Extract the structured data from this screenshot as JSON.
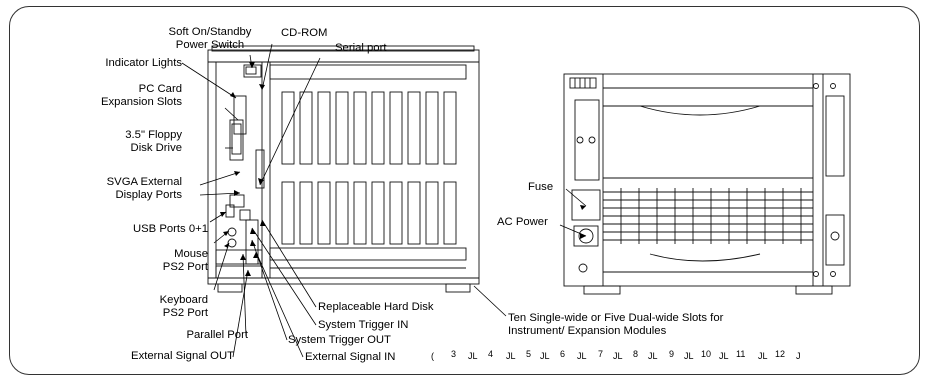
{
  "figure": {
    "callouts": {
      "power_switch": "Soft On/Standby\nPower Switch",
      "cd_rom": "CD-ROM",
      "serial_port": "Serial port",
      "indicator_lights": "Indicator Lights",
      "pc_card": "PC Card\nExpansion Slots",
      "floppy": "3.5\" Floppy\nDisk Drive",
      "svga": "SVGA External\nDisplay Ports",
      "usb": "USB Ports 0+1",
      "mouse": "Mouse\nPS2 Port",
      "keyboard": "Keyboard\nPS2 Port",
      "parallel": "Parallel Port",
      "ext_signal_out": "External Signal OUT",
      "hard_disk": "Replaceable Hard Disk",
      "trigger_in": "System Trigger IN",
      "trigger_out": "System Trigger OUT",
      "ext_signal_in": "External Signal IN",
      "slots": "Ten Single-wide or Five Dual-wide Slots for\nInstrument/ Expansion Modules",
      "fuse": "Fuse",
      "ac_power": "AC Power"
    },
    "slot_numbers": [
      "3",
      "4",
      "5",
      "6",
      "7",
      "8",
      "9",
      "10",
      "11",
      "12"
    ]
  }
}
